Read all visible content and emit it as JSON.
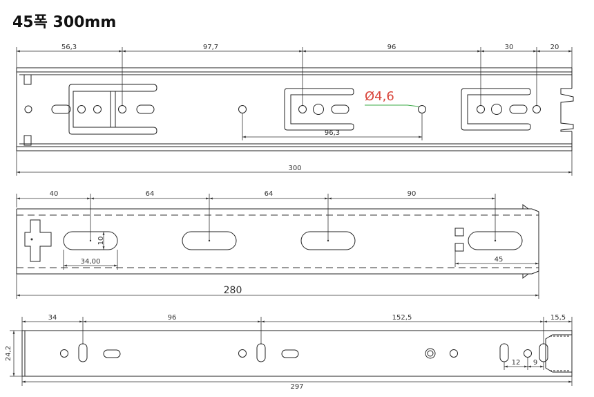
{
  "title": "45폭 300mm",
  "views": {
    "top": {
      "dims": [
        "56,3",
        "97,7",
        "96",
        "30",
        "20"
      ],
      "hole_callout": "Ø4,6",
      "hole_spacing": "96,3",
      "overall": "300"
    },
    "middle": {
      "dims": [
        "40",
        "64",
        "64",
        "90"
      ],
      "slot_width": "34,00",
      "slot_height": "10",
      "end_dim": "45",
      "overall": "280"
    },
    "bottom": {
      "dims": [
        "34",
        "96",
        "152,5",
        "15,5"
      ],
      "height": "24,2",
      "small_dims": [
        "12",
        "9"
      ],
      "overall": "297"
    }
  },
  "colors": {
    "line": "#222222",
    "callout": "#d9453b",
    "leader": "#3aa845"
  }
}
